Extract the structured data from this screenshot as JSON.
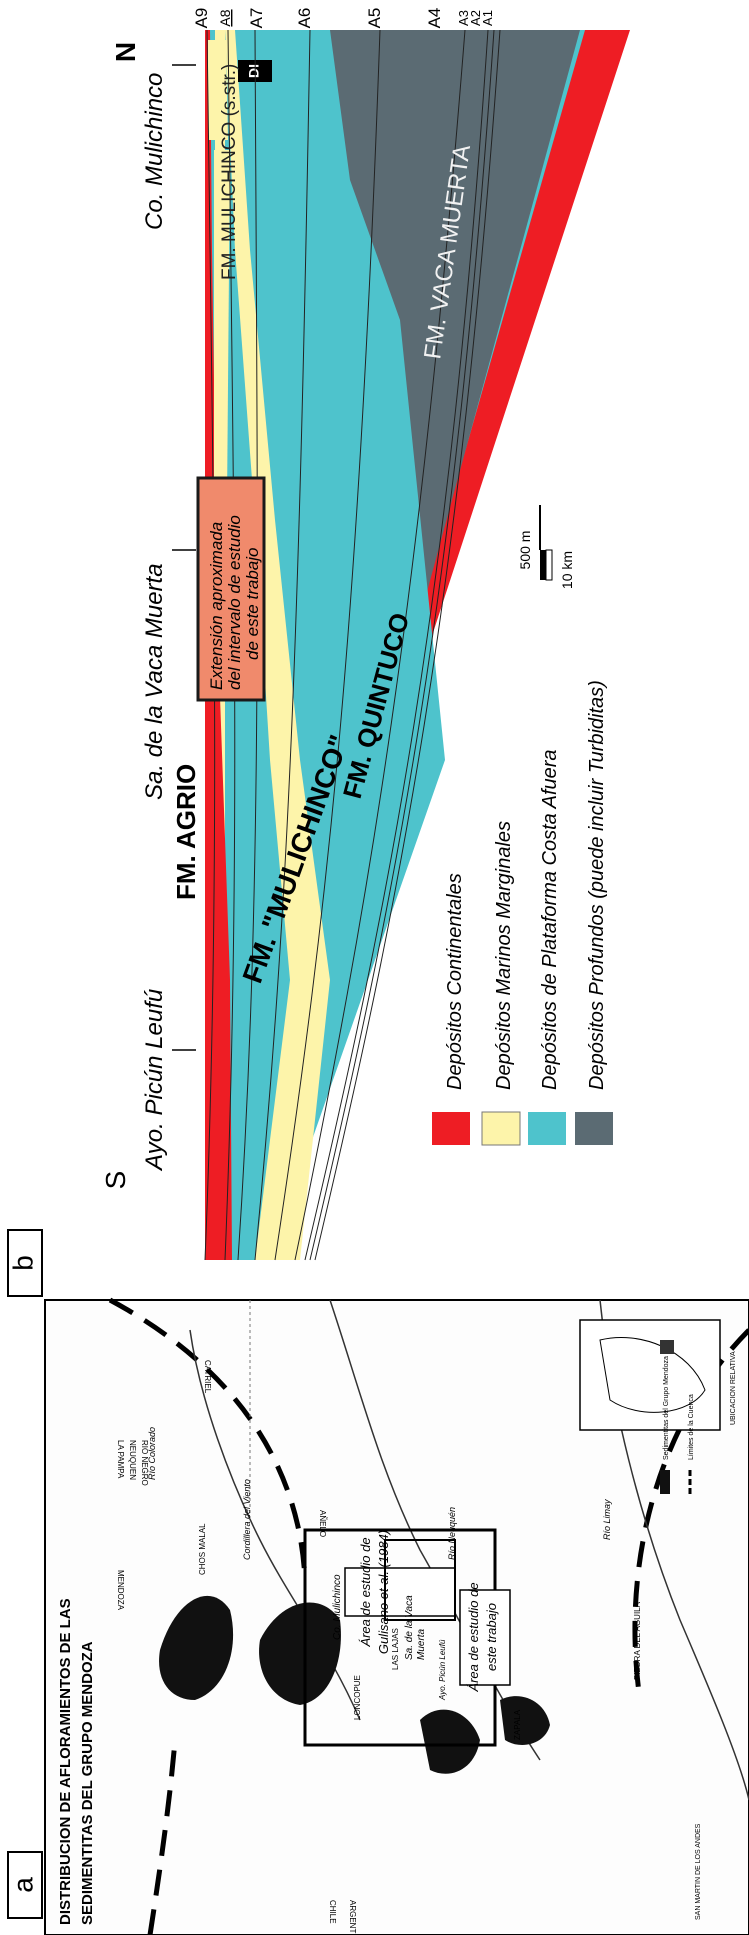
{
  "panel_labels": {
    "a": "a",
    "b": "b"
  },
  "map": {
    "title_line1": "DISTRIBUCION DE AFLORAMIENTOS DE LAS",
    "title_line2": "SEDIMENTITAS DEL GRUPO MENDOZA",
    "box_gulisano_line1": "Área de estudio de",
    "box_gulisano_line2": "Gulisano et al. (1984)",
    "box_study_line1": "Área de estudio de",
    "box_study_line2": "este trabajo",
    "place_mulichinco": "Co. Mulichinco",
    "place_vaca_line1": "Sa. de la Vaca",
    "place_vaca_line2": "Muerta",
    "place_las_lajas": "LAS LAJAS",
    "place_loncopue": "LONCOPUE",
    "place_chos_malal": "CHOS MALAL",
    "place_picun": "Ayo. Picún Leufú",
    "place_neuquen": "NEUQUEN",
    "place_rio_negro": "RIO NEGRO",
    "place_mendoza": "MENDOZA",
    "place_la_pampa": "LA PAMPA",
    "place_zapala": "ZAPALA",
    "place_catriel": "CATRIEL",
    "place_anelo": "AÑELO",
    "place_chile": "CHILE",
    "place_argentina": "ARGENTINA",
    "place_san_martin": "SAN MARTIN DE LOS ANDES",
    "place_piedra": "PIEDRA DEL AGUILA",
    "place_cordillera": "Cordillera del Viento",
    "river_colorado": "Río Colorado",
    "river_neuquen": "Río Neuquén",
    "river_limay": "Río Limay",
    "inset_label": "UBICACION RELATIVA",
    "legend_outcrops": "Sedimentitas del Grupo Mendoza",
    "legend_basin": "Límites de la Cuenca"
  },
  "section": {
    "south": "S",
    "north": "N",
    "loc_picun": "Ayo. Picún Leufú",
    "loc_vaca": "Sa. de la Vaca Muerta",
    "loc_mulichinco": "Co. Mulichinco",
    "fm_agrio": "FM. AGRIO",
    "fm_mulichinco_q": "FM. \"MULICHINCO\"",
    "fm_quintuco": "FM. QUINTUCO",
    "fm_vaca_muerta": "FM. VACA MUERTA",
    "fm_mulichinco_s": "FM. MULICHINCO (s.str.)",
    "di_label": "DI",
    "study_line1": "Extensión aproximada",
    "study_line2": "del intervalo de estudio",
    "study_line3": "de este trabajo",
    "sequences": [
      "A9",
      "A8",
      "A7",
      "A6",
      "A5",
      "A4",
      "A3",
      "A2",
      "A1"
    ],
    "scale_vertical": "500 m",
    "scale_horizontal": "10 km"
  },
  "legend": [
    {
      "label": "Depósitos Continentales",
      "color": "#ee1d24"
    },
    {
      "label": "Depósitos Marinos Marginales",
      "color": "#fdf4aa"
    },
    {
      "label": "Depósitos de Plataforma Costa Afuera",
      "color": "#4ec3cc"
    },
    {
      "label": "Depósitos Profundos (puede incluir Turbiditas)",
      "color": "#5b6b73"
    }
  ],
  "colors": {
    "continental": "#ee1d24",
    "marginal": "#fdf4aa",
    "platform": "#4ec3cc",
    "deep": "#5b6b73",
    "study_fill": "#f08a6c",
    "frame": "#1a1a1a"
  }
}
